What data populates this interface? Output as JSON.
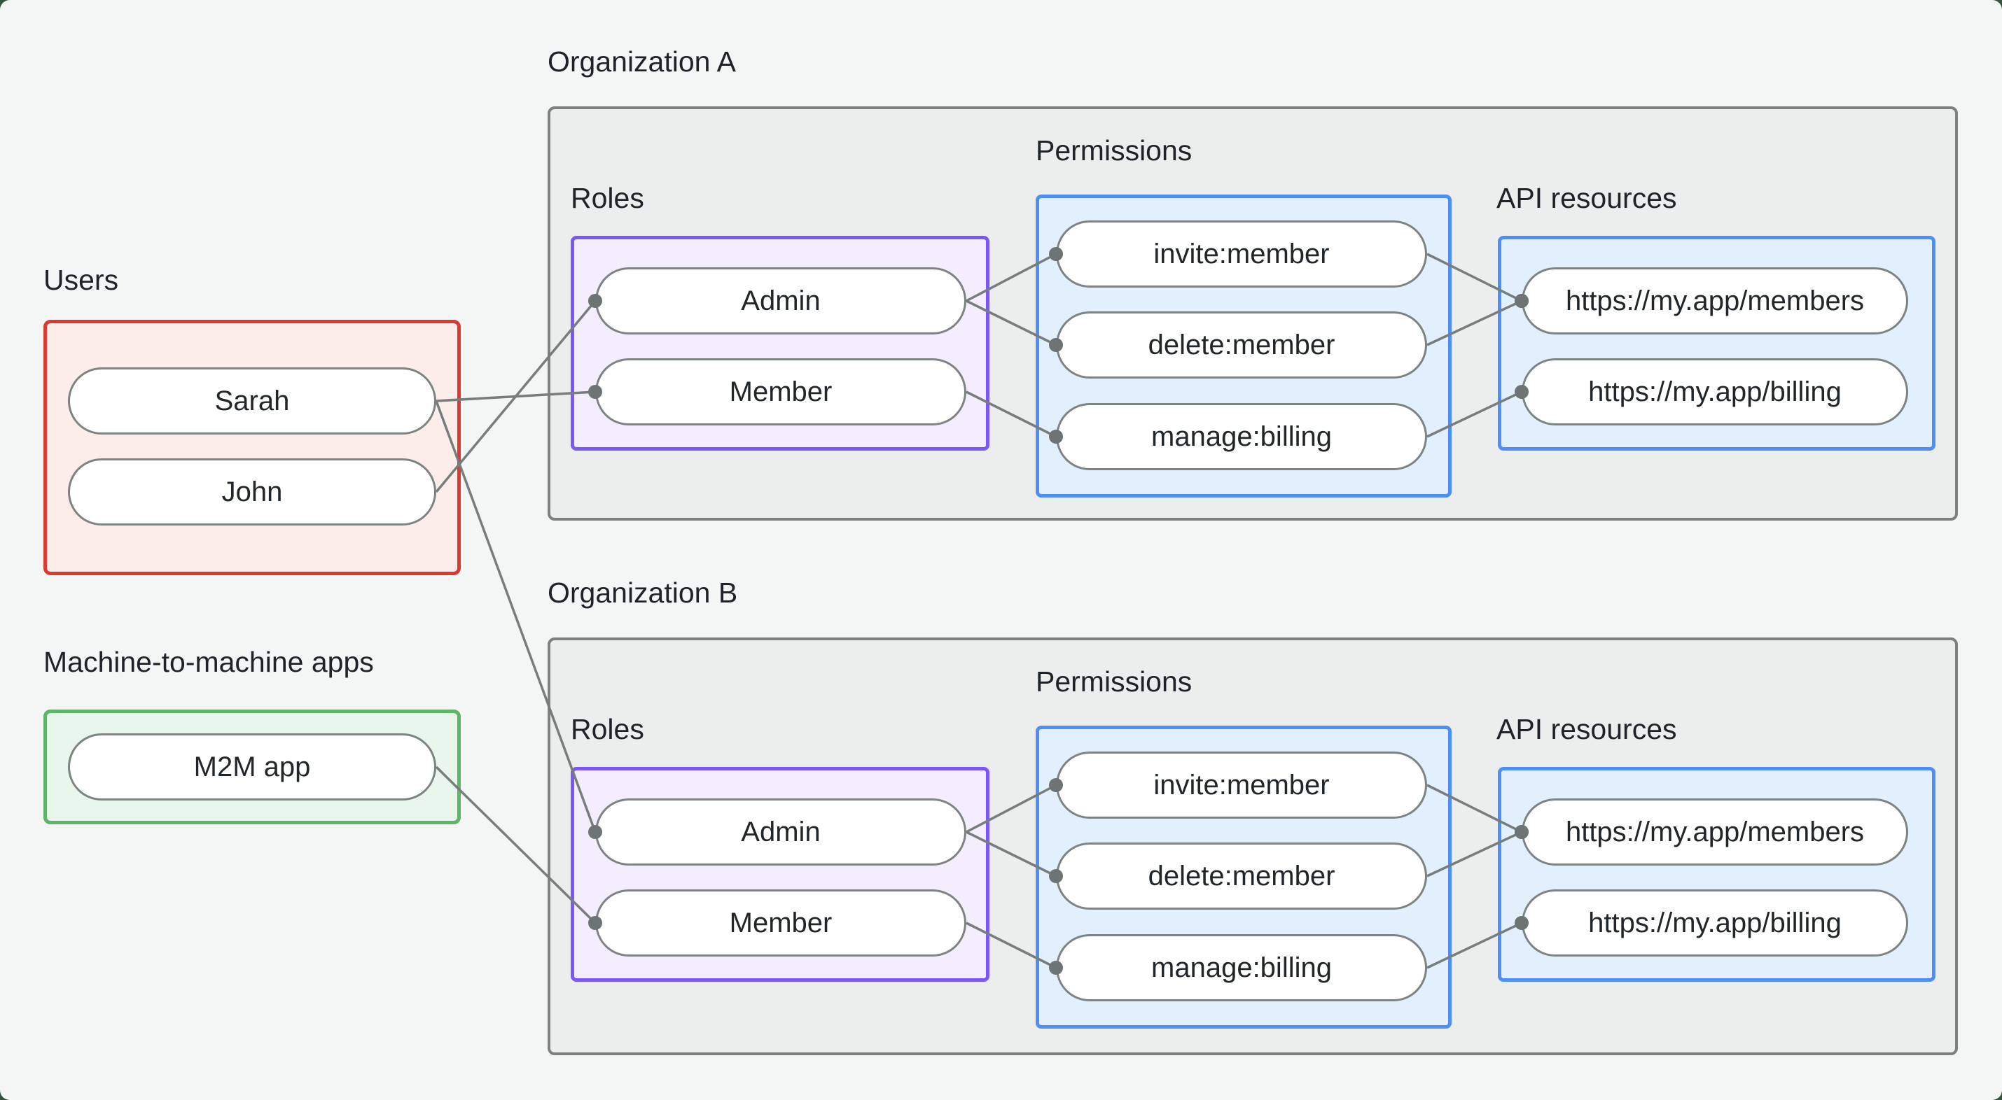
{
  "page": {
    "background": "#f4f6f5",
    "backdrop": "#35543f"
  },
  "colors": {
    "line": "#767d7c",
    "dot": "#6d7473",
    "users_border": "#da3a32",
    "users_bg": "#fcedeb",
    "m2m_border": "#5eb567",
    "m2m_bg": "#e9f6eb",
    "org_border": "#7a8180",
    "org_bg": "#eceeed",
    "roles_border": "#7b57f7",
    "roles_bg": "#f3edfe",
    "permissions_border": "#4e8ef7",
    "permissions_bg": "#e2f0fd",
    "pill_border": "#7d8383",
    "pill_bg": "#ffffff",
    "text": "#1d2328"
  },
  "groups": {
    "users": {
      "label": "Users"
    },
    "m2m": {
      "label": "Machine-to-machine apps"
    },
    "orgA": {
      "label": "Organization A",
      "roles_label": "Roles",
      "permissions_label": "Permissions",
      "api_label": "API resources"
    },
    "orgB": {
      "label": "Organization B",
      "roles_label": "Roles",
      "permissions_label": "Permissions",
      "api_label": "API resources"
    }
  },
  "nodes": {
    "user-sarah": "Sarah",
    "user-john": "John",
    "m2m-app": "M2M app",
    "orgA-role-admin": "Admin",
    "orgA-role-member": "Member",
    "orgA-perm-invite": "invite:member",
    "orgA-perm-delete": "delete:member",
    "orgA-perm-manage": "manage:billing",
    "orgA-api-members": "https://my.app/members",
    "orgA-api-billing": "https://my.app/billing",
    "orgB-role-admin": "Admin",
    "orgB-role-member": "Member",
    "orgB-perm-invite": "invite:member",
    "orgB-perm-delete": "delete:member",
    "orgB-perm-manage": "manage:billing",
    "orgB-api-members": "https://my.app/members",
    "orgB-api-billing": "https://my.app/billing"
  },
  "edges": [
    {
      "from": "user-sarah",
      "to": "orgA-role-member"
    },
    {
      "from": "user-john",
      "to": "orgA-role-admin"
    },
    {
      "from": "user-sarah",
      "to": "orgB-role-admin"
    },
    {
      "from": "m2m-app",
      "to": "orgB-role-member"
    },
    {
      "from": "orgA-role-admin",
      "to": "orgA-perm-invite"
    },
    {
      "from": "orgA-role-admin",
      "to": "orgA-perm-delete"
    },
    {
      "from": "orgA-role-member",
      "to": "orgA-perm-manage"
    },
    {
      "from": "orgA-perm-invite",
      "to": "orgA-api-members"
    },
    {
      "from": "orgA-perm-delete",
      "to": "orgA-api-members"
    },
    {
      "from": "orgA-perm-manage",
      "to": "orgA-api-billing"
    },
    {
      "from": "orgB-role-admin",
      "to": "orgB-perm-invite"
    },
    {
      "from": "orgB-role-admin",
      "to": "orgB-perm-delete"
    },
    {
      "from": "orgB-role-member",
      "to": "orgB-perm-manage"
    },
    {
      "from": "orgB-perm-invite",
      "to": "orgB-api-members"
    },
    {
      "from": "orgB-perm-delete",
      "to": "orgB-api-members"
    },
    {
      "from": "orgB-perm-manage",
      "to": "orgB-api-billing"
    }
  ]
}
